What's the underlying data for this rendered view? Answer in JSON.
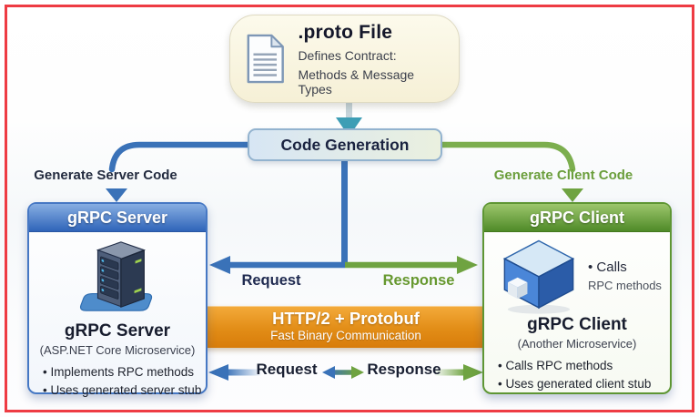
{
  "proto_box": {
    "title": ".proto File",
    "line1": "Defines Contract:",
    "line2": "Methods & Message Types"
  },
  "code_generation": {
    "label": "Code Generation"
  },
  "connectors": {
    "server_label": "Generate Server Code",
    "client_label": "Generate Client Code"
  },
  "server_box": {
    "header": "gRPC Server",
    "title": "gRPC Server",
    "subtitle": "(ASP.NET Core Microservice)",
    "bullets": [
      "Implements RPC methods",
      "Uses generated server stub"
    ]
  },
  "client_box": {
    "header": "gRPC Client",
    "callout_title": "Calls",
    "callout_sub": "RPC methods",
    "title": "gRPC Client",
    "subtitle": "(Another Microservice)",
    "bullets": [
      "Calls RPC methods",
      "Uses generated client stub"
    ]
  },
  "transport": {
    "title": "HTTP/2 + Protobuf",
    "subtitle": "Fast Binary Communication"
  },
  "mid_arrows": {
    "request": "Request",
    "response": "Response"
  },
  "bottom_arrows": {
    "request": "Request",
    "response": "Response"
  },
  "icons": {
    "proto": "document-icon",
    "server": "server-tower-icon",
    "client": "cube-icon"
  },
  "colors": {
    "frame_red": "#EE3B43",
    "server_blue": "#2F64B9",
    "client_green": "#4F8A28",
    "transport_orange": "#E08A15",
    "request_blue": "#3A72B8",
    "response_green": "#6FA341",
    "proto_cream": "#F9F4DF"
  }
}
